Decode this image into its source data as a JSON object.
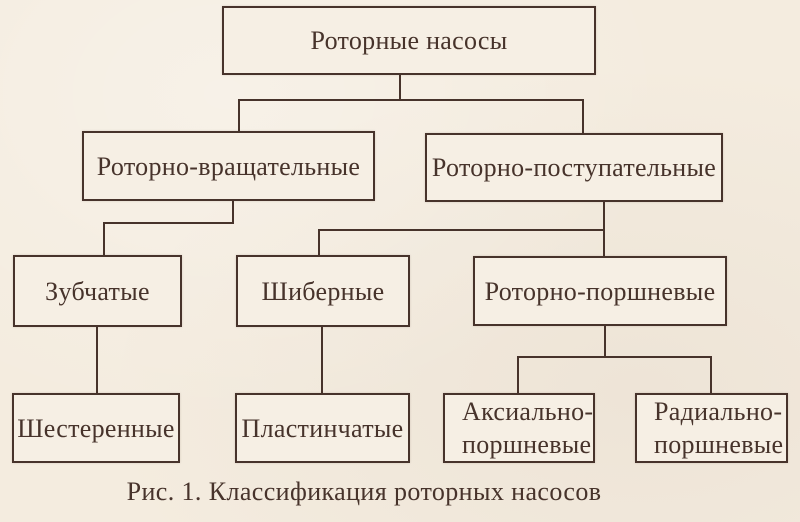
{
  "colors": {
    "paper": "#f4ecdf",
    "box_fill": "#f6efe4",
    "ink": "#47332b"
  },
  "figure": {
    "caption": "Рис. 1. Классификация роторных насосов",
    "nodes": {
      "root": {
        "label": "Роторные насосы"
      },
      "rotary_rotational": {
        "label": "Роторно-вращательные"
      },
      "rotary_translational": {
        "label": "Роторно-поступательные"
      },
      "gear_type": {
        "label": "Зубчатые"
      },
      "vane": {
        "label": "Шиберные"
      },
      "rotary_piston": {
        "label": "Роторно-поршневые"
      },
      "gear": {
        "label": "Шестеренные"
      },
      "plate": {
        "label": "Пластинчатые"
      },
      "axial_piston": {
        "label": "Аксиально-\nпоршневые"
      },
      "radial_piston": {
        "label": "Радиально-\nпоршневые"
      }
    },
    "edges": [
      [
        "root",
        "rotary_rotational"
      ],
      [
        "root",
        "rotary_translational"
      ],
      [
        "rotary_rotational",
        "gear_type"
      ],
      [
        "rotary_translational",
        "vane"
      ],
      [
        "rotary_translational",
        "rotary_piston"
      ],
      [
        "gear_type",
        "gear"
      ],
      [
        "vane",
        "plate"
      ],
      [
        "rotary_piston",
        "axial_piston"
      ],
      [
        "rotary_piston",
        "radial_piston"
      ]
    ]
  }
}
